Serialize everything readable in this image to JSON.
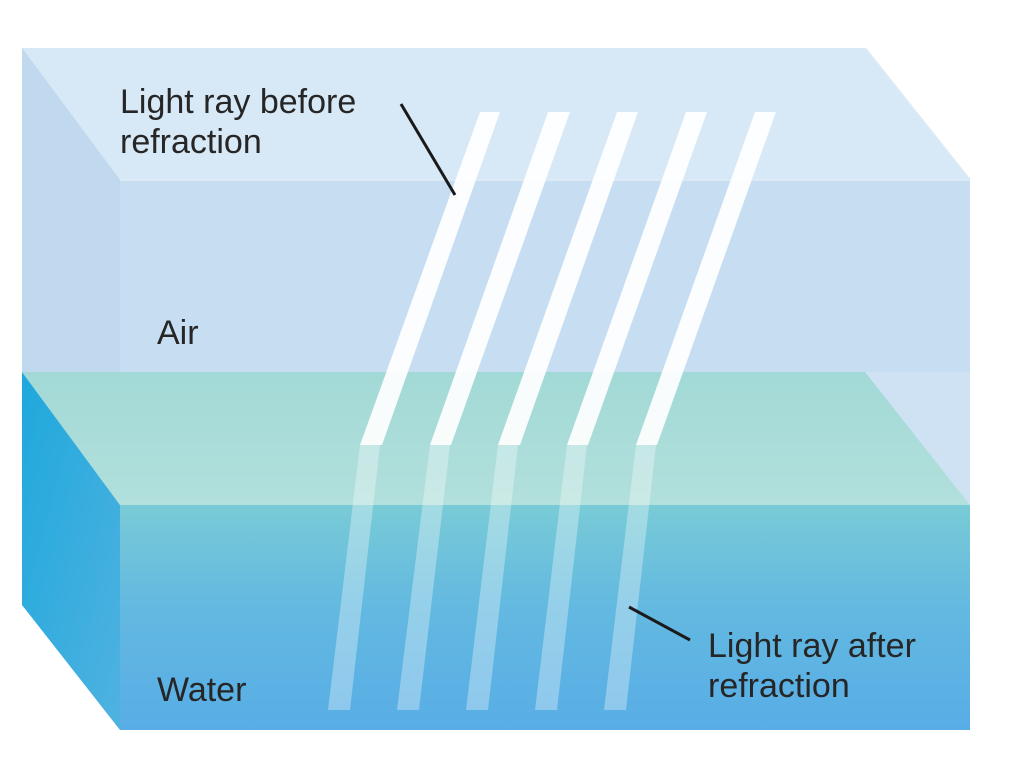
{
  "labels": {
    "light_ray_before": [
      "Light ray before",
      "refraction"
    ],
    "air": "Air",
    "water": "Water",
    "light_ray_after": [
      "Light ray after",
      "refraction"
    ]
  },
  "light_rays": {
    "count": 5,
    "color": "#ffffff"
  },
  "colors": {
    "air_front": "#c8dff2",
    "air_top": "#d6e8f6",
    "air_side": "#bfd8ee",
    "water_top": "#a7dbd8",
    "water_front_top": "#79cbd6",
    "water_front_bottom": "#5aaee4",
    "water_side_left": "#21a6de",
    "label_text": "#262626",
    "leader_line": "#1a1a1a"
  }
}
